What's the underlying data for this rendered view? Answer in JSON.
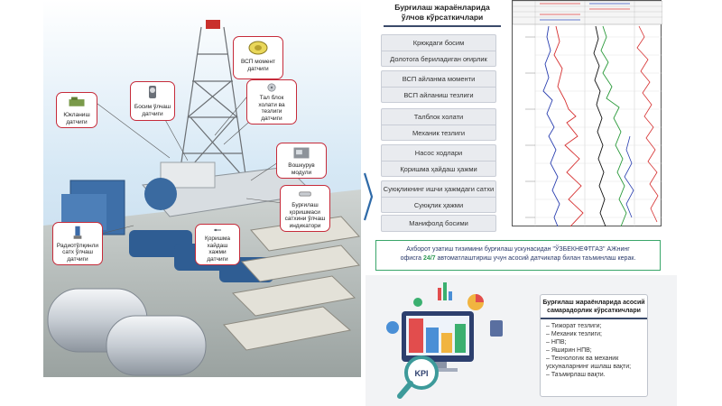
{
  "callouts": {
    "vsp_moment": [
      "ВСП момент",
      "датчиги"
    ],
    "pressure": [
      "Босим ўлчаш",
      "датчиги"
    ],
    "lift": [
      "Юкланиш",
      "датчиги"
    ],
    "talblock": [
      "Тал блок",
      "холати ва тезлиги",
      "датчиги"
    ],
    "wellhead": [
      "Вошкурув",
      "модули"
    ],
    "mud_level": [
      "Бурғилаш",
      "қоришмаси",
      "сатхини ўлчаш",
      "индикатори"
    ],
    "pit_volume": [
      "Қоришма",
      "хайдаш",
      "хажми",
      "датчиги"
    ],
    "radar_level": [
      "Радиотўлқинли",
      "сатх ўлчаш",
      "датчиги"
    ]
  },
  "params": {
    "title": "Бурғилаш жараёнларида ўлчов кўрсаткичлари",
    "groups": [
      [
        "Крюкдаги босим",
        "Долотога бериладиган оғирлик"
      ],
      [
        "ВСП айланма моменти",
        "ВСП айланиш тезлиги"
      ],
      [
        "Талблок холати",
        "Механик тезлиги"
      ],
      [
        "Насос ходлари",
        "Қоришма ҳайдаш ҳажми"
      ],
      [
        "Суюқликнинг ишчи ҳажмдаги сатхи",
        "Суюқлик ҳажми"
      ],
      [
        "Манифолд босими"
      ]
    ]
  },
  "note": {
    "line1": "Ахборот узатиш тизимини бурғилаш ускунасидан \"ЎЗБЕКНЕФТГАЗ\" АЖнинг",
    "line2_pre": "офисга ",
    "line2_hl": "24/7",
    "line2_post": " автоматлаштириш учун асосий датчиклар билан таъминлаш керак."
  },
  "kpi": {
    "badge": "KPI",
    "title": "Бурғилаш жараёнларида асосий самарадорлик кўрсаткичлари",
    "items": [
      "Тижорат тезлиги;",
      "Механик тезлиги;",
      "НПВ;",
      "Яширин НПВ;",
      "Технологик ва механик ускуналарнинг ишлаш вақти;",
      "Таъмирлаш вақти."
    ]
  },
  "colors": {
    "callout_border": "#c62b3a",
    "chevron": "#2e6aa8",
    "note_border": "#3aa66a",
    "note_highlight": "#2f9a55",
    "title_rule": "#3a4a6a"
  }
}
